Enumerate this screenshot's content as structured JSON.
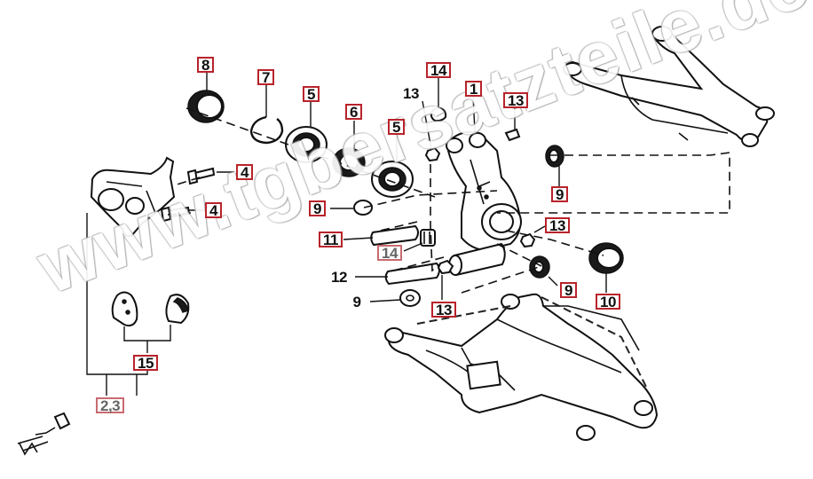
{
  "diagram": {
    "callouts": [
      {
        "id": "c8",
        "text": "8"
      },
      {
        "id": "c7",
        "text": "7"
      },
      {
        "id": "c5a",
        "text": "5"
      },
      {
        "id": "c6",
        "text": "6"
      },
      {
        "id": "c5b",
        "text": "5"
      },
      {
        "id": "c14a",
        "text": "14"
      },
      {
        "id": "c13a",
        "text": "13"
      },
      {
        "id": "c1",
        "text": "1"
      },
      {
        "id": "c13b",
        "text": "13"
      },
      {
        "id": "c4a",
        "text": "4"
      },
      {
        "id": "c4b",
        "text": "4"
      },
      {
        "id": "c9a",
        "text": "9"
      },
      {
        "id": "c9b",
        "text": "9"
      },
      {
        "id": "c13c",
        "text": "13"
      },
      {
        "id": "c11",
        "text": "11"
      },
      {
        "id": "c14b",
        "text": "14"
      },
      {
        "id": "c12",
        "text": "12"
      },
      {
        "id": "c9c",
        "text": "9"
      },
      {
        "id": "c9d",
        "text": "9"
      },
      {
        "id": "c13d",
        "text": "13"
      },
      {
        "id": "c10",
        "text": "10"
      },
      {
        "id": "c15",
        "text": "15"
      },
      {
        "id": "c23",
        "text": "2,3"
      }
    ],
    "watermark": "www.tgbersatzteile.de"
  }
}
